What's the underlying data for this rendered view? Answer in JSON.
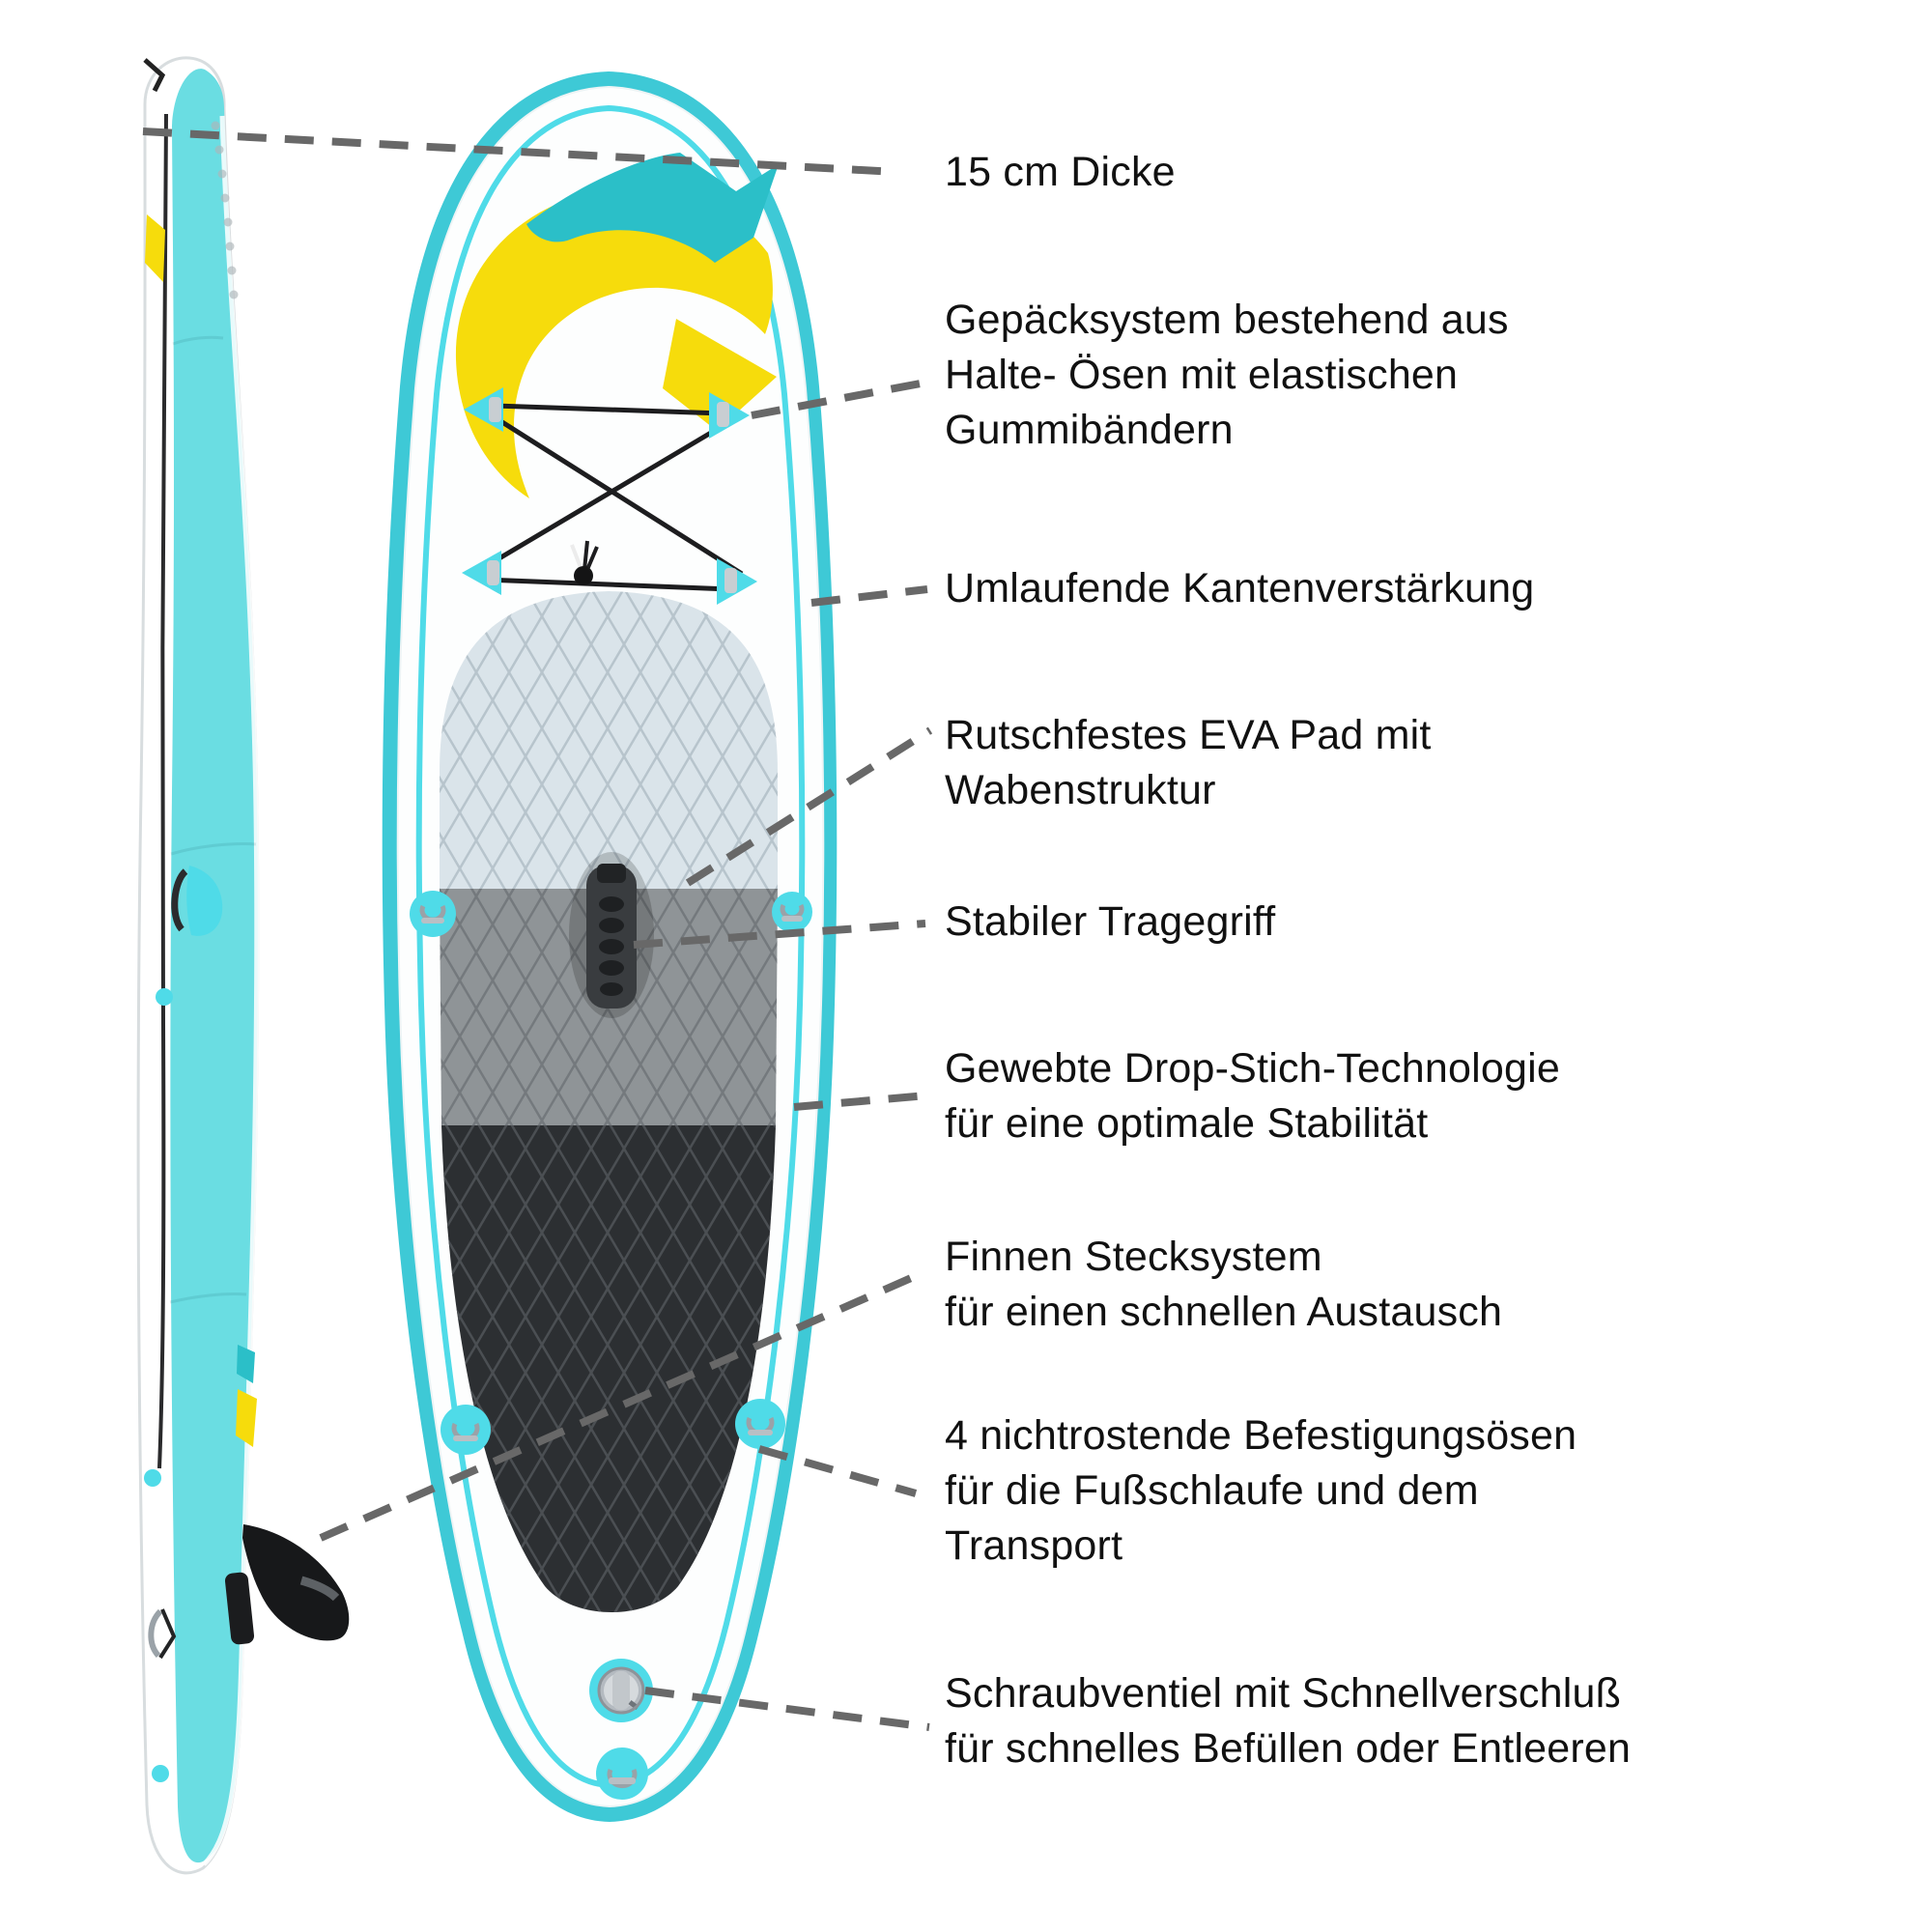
{
  "diagram": {
    "type": "product-callout-diagram",
    "subject": "Aufblasbares Stand-Up-Paddle-Board (Seitenansicht und Draufsicht)",
    "callouts": [
      {
        "id": "thickness",
        "lines": [
          "15 cm Dicke"
        ]
      },
      {
        "id": "gepaecksystem",
        "lines": [
          "Gepäcksystem bestehend aus",
          "Halte- Ösen mit elastischen",
          "Gummibändern"
        ]
      },
      {
        "id": "kantenverstaerkung",
        "lines": [
          "Umlaufende Kantenverstärkung"
        ]
      },
      {
        "id": "eva-pad",
        "lines": [
          "Rutschfestes EVA Pad mit",
          "Wabenstruktur"
        ]
      },
      {
        "id": "tragegriff",
        "lines": [
          "Stabiler Tragegriff"
        ]
      },
      {
        "id": "drop-stich",
        "lines": [
          "Gewebte Drop-Stich-Technologie",
          "für eine optimale Stabilität"
        ]
      },
      {
        "id": "finnen",
        "lines": [
          "Finnen Stecksystem",
          "für einen schnellen Austausch"
        ]
      },
      {
        "id": "befestigungsoesen",
        "lines": [
          "4 nichtrostende Befestigungsösen",
          "für die Fußschlaufe und dem",
          "Transport"
        ]
      },
      {
        "id": "schraubventil",
        "lines": [
          "Schraubventiel mit Schnellverschluß",
          "für schnelles Befüllen oder Entleeren"
        ]
      }
    ]
  },
  "colors": {
    "turquoise": "#3ec9d6",
    "turquoise_bright": "#4fdbe8",
    "turquoise_light": "#6adde2",
    "teal": "#2bbfc8",
    "yellow": "#f6dc0c",
    "pad_light": "#dae4ea",
    "pad_mid": "#8f9497",
    "pad_dark": "#2c2f32",
    "line_gray": "#686868",
    "metal": "#9aa2a8",
    "text": "#111111"
  }
}
